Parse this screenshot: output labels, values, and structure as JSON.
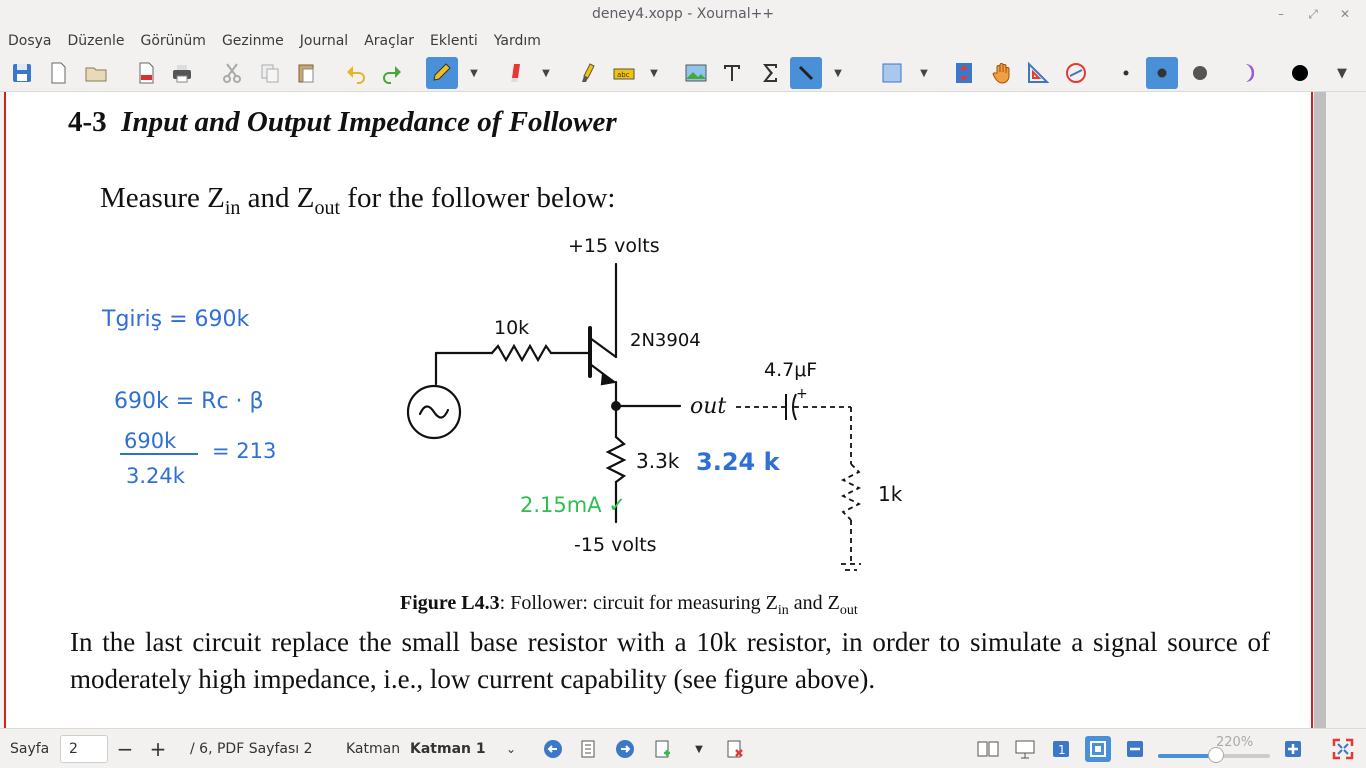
{
  "window": {
    "title": "deney4.xopp - Xournal++"
  },
  "menu": [
    "Dosya",
    "Düzenle",
    "Görünüm",
    "Gezinme",
    "Journal",
    "Araçlar",
    "Eklenti",
    "Yardım"
  ],
  "document": {
    "heading_num": "4-3",
    "heading_text": "Input and Output Impedance of Follower",
    "measure": {
      "pre": "Measure Z",
      "in": "in",
      "mid": " and Z",
      "out": "out",
      "post": " for the follower below:"
    },
    "circuit": {
      "vcc": "+15 volts",
      "vee": "-15 volts",
      "base_resistor": "10k",
      "transistor": "2N3904",
      "capacitor": "4.7μF",
      "cap_plus": "+",
      "out_label": "out",
      "emitter_resistor": "3.3k",
      "load_resistor": "1k"
    },
    "caption": {
      "bold": "Figure L4.3",
      "pre": ": Follower: circuit for measuring Z",
      "in": "in",
      "mid": " and Z",
      "out": "out"
    },
    "paragraph": "In the last circuit replace the small base resistor with a 10k resistor, in order to simulate a signal source of moderately high impedance, i.e., low current capability (see figure above).",
    "annotations": {
      "line1": "Tgiriş = 690k",
      "line2": "690k = Rc · β",
      "frac_num": "690k",
      "frac_den": "3.24k",
      "frac_result": "= 213",
      "measured_r": "3.24 k",
      "current": "2.15mA ✓"
    }
  },
  "status": {
    "page_label": "Sayfa",
    "page_value": "2",
    "page_total": "/ 6, PDF Sayfası 2",
    "layer_label": "Katman",
    "layer_value": "Katman 1",
    "zoom": "220%",
    "zoom_fraction": 0.52
  },
  "colors": {
    "accent": "#4a90d9",
    "ink_blue": "#2f6fd6",
    "ink_green": "#2fbf4f",
    "page_border": "#cc2222"
  }
}
